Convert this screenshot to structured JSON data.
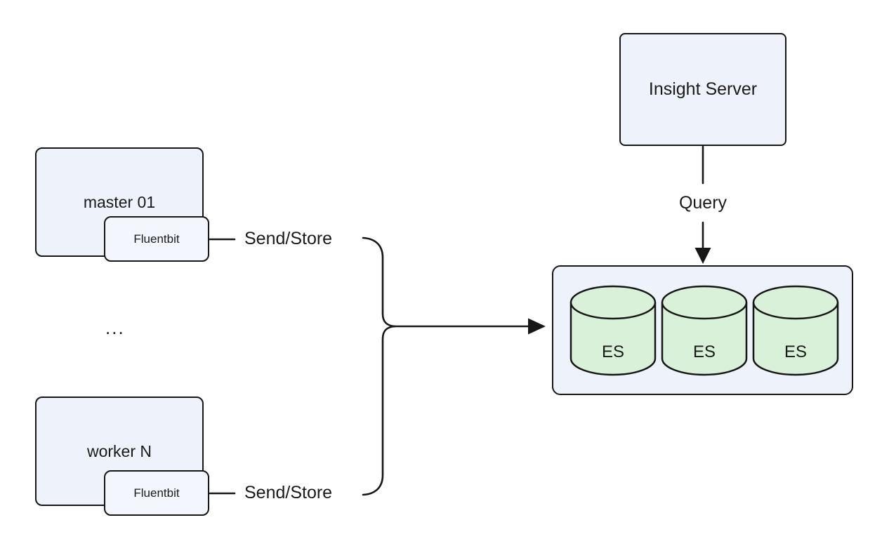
{
  "nodes": {
    "master": {
      "label": "master 01",
      "agent": "Fluentbit"
    },
    "worker": {
      "label": "worker N",
      "agent": "Fluentbit"
    },
    "ellipsis": "...",
    "insight_server": {
      "label": "Insight Server"
    },
    "es_cluster": {
      "cylinders": [
        {
          "label": "ES"
        },
        {
          "label": "ES"
        },
        {
          "label": "ES"
        }
      ]
    }
  },
  "edges": {
    "send_store_top": {
      "label": "Send/Store"
    },
    "send_store_bottom": {
      "label": "Send/Store"
    },
    "query": {
      "label": "Query"
    }
  },
  "colors": {
    "node_fill": "#edf2fb",
    "subnode_fill": "#f3f6fd",
    "cylinder_fill": "#d9f0d9",
    "stroke": "#161616",
    "text": "#1a1a1a"
  }
}
